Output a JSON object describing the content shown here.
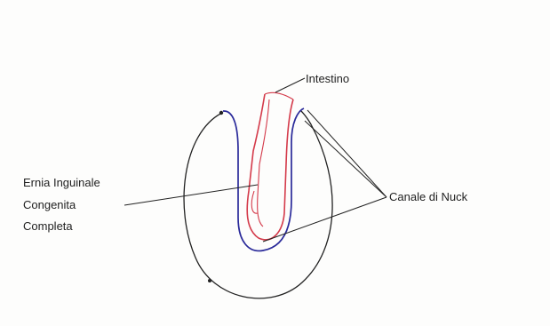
{
  "labels": {
    "intestino": "Intestino",
    "canale": "Canale di Nuck",
    "ernia_line1": "Ernia Inguinale",
    "ernia_line2": "Congenita",
    "ernia_line3": "Completa"
  },
  "colors": {
    "outline": "#222222",
    "canal": "#2a2a9a",
    "intestine": "#d43a4a",
    "background": "#fdfdfc"
  }
}
